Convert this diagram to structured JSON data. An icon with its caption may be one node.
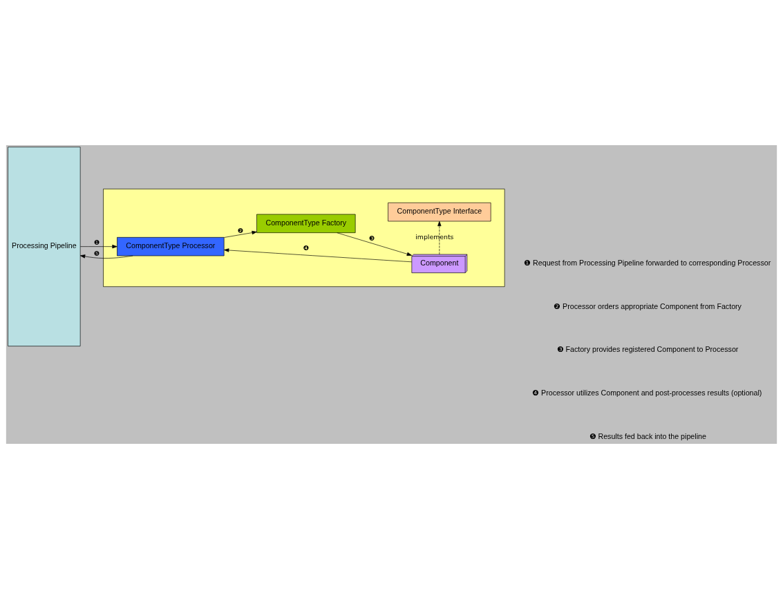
{
  "diagram": {
    "nodes": [
      {
        "text": [
          "Processing Pipeline"
        ]
      },
      {
        "text": [],
        "shape": "box"
      },
      {
        "text": [
          "ComponentType Interface"
        ],
        "in": 1
      },
      {
        "text": [
          "ComponentType Factory"
        ],
        "in": 1
      },
      {
        "text": [
          "ComponentType Processor"
        ],
        "in": 1
      },
      {
        "text": [
          "Component"
        ],
        "in": 1
      }
    ],
    "edges": [
      {
        "from": 0,
        "to": 4,
        "arrow": "to",
        "label": "❶"
      },
      {
        "from": 4,
        "to": 0,
        "arrow": "to",
        "label": "❺"
      },
      {
        "from": 4,
        "to": 3,
        "arrow": "to",
        "label": "❷"
      },
      {
        "from": 3,
        "to": 5,
        "arrow": "to",
        "label": "❸"
      },
      {
        "from": 5,
        "to": 2,
        "arrow": "to",
        "label": "implements",
        "style": "dashed"
      },
      {
        "from": 5,
        "to": 4,
        "arrow": "to",
        "label": "❹"
      }
    ],
    "labels": [
      "❶ Request from Processing Pipeline forwarded to corresponding Processor",
      "❷ Processor orders appropriate Component from Factory",
      "❸ Factory provides registered Component to Processor",
      "❹ Processor utilizes Component and post-processes results (optional)",
      "❺ Results fed back into the pipeline"
    ]
  }
}
